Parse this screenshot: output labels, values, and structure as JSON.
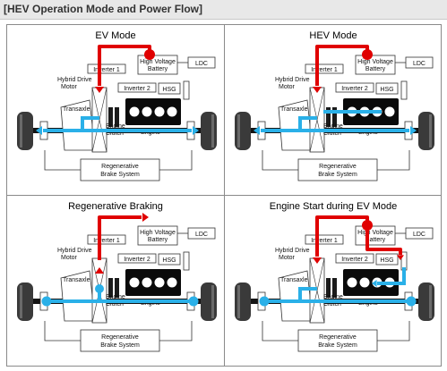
{
  "header": {
    "title": "[HEV Operation Mode and Power Flow]"
  },
  "labels": {
    "inverter1": "Inverter 1",
    "inverter2": "Inverter 2",
    "hv_battery_line1": "High Voltage",
    "hv_battery_line2": "Battery",
    "ldc": "LDC",
    "hsg": "HSG",
    "hybrid_motor_line1": "Hybrid Drive",
    "hybrid_motor_line2": "Motor",
    "transaxle": "Transaxle",
    "engine_clutch_line1": "Engine",
    "engine_clutch_line2": "Clutch",
    "engine": "Engine",
    "regen_line1": "Regenerative",
    "regen_line2": "Brake System"
  },
  "panels": [
    {
      "title": "EV Mode"
    },
    {
      "title": "HEV Mode"
    },
    {
      "title": "Regenerative Braking"
    },
    {
      "title": "Engine Start during EV Mode"
    }
  ],
  "colors": {
    "electric_flow": "#e00000",
    "mechanical_flow": "#2ab0e8",
    "engine_block": "#0a0a0a"
  }
}
